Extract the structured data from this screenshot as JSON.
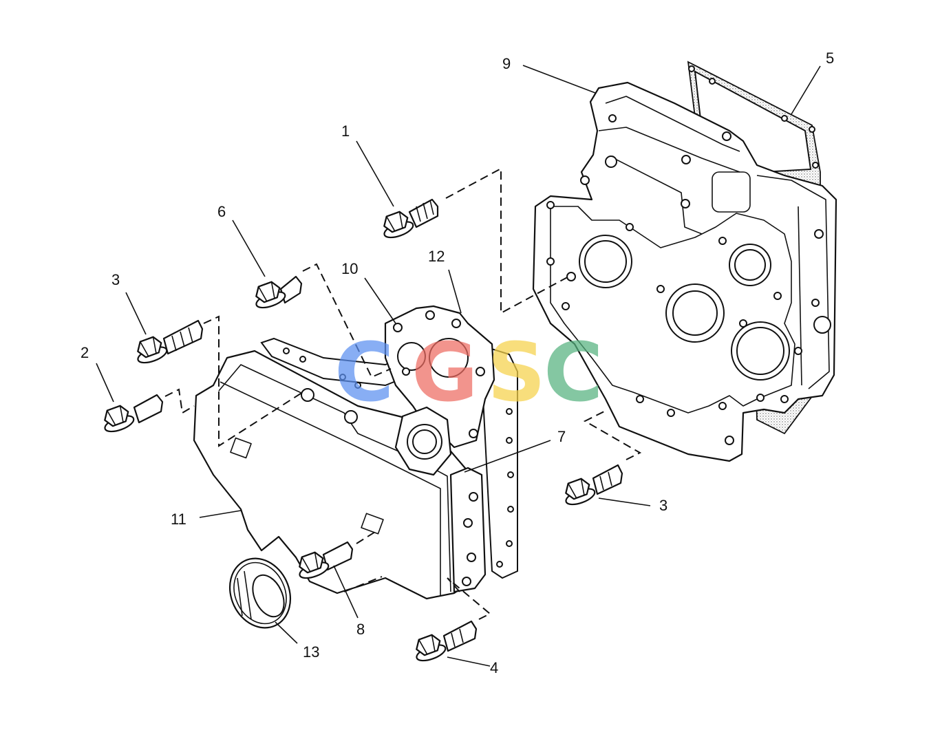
{
  "callouts": [
    {
      "id": "1",
      "label": "1"
    },
    {
      "id": "2",
      "label": "2"
    },
    {
      "id": "3a",
      "label": "3"
    },
    {
      "id": "3b",
      "label": "3"
    },
    {
      "id": "4",
      "label": "4"
    },
    {
      "id": "5",
      "label": "5"
    },
    {
      "id": "6",
      "label": "6"
    },
    {
      "id": "7",
      "label": "7"
    },
    {
      "id": "8",
      "label": "8"
    },
    {
      "id": "9",
      "label": "9"
    },
    {
      "id": "10",
      "label": "10"
    },
    {
      "id": "11",
      "label": "11"
    },
    {
      "id": "12",
      "label": "12"
    },
    {
      "id": "13",
      "label": "13"
    }
  ],
  "watermark": {
    "letters": [
      "C",
      "G",
      "S",
      "C"
    ],
    "colors": [
      "#5b8ff0",
      "#ee6b62",
      "#f6d24a",
      "#55b27f"
    ]
  },
  "colors": {
    "line": "#111111",
    "background": "#ffffff"
  }
}
